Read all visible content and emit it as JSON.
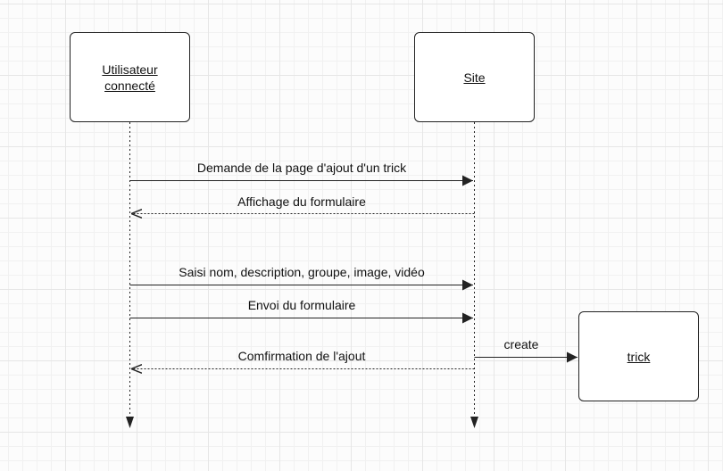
{
  "actors": {
    "user": "Utilisateur connecté",
    "site": "Site",
    "trick": "trick"
  },
  "messages": {
    "m1": "Demande de la page d'ajout d'un trick",
    "m2": "Affichage du formulaire",
    "m3": "Saisi nom, description, groupe, image, vidéo",
    "m4": "Envoi du formulaire",
    "m5": "create",
    "m6": "Comfirmation de l'ajout"
  },
  "colors": {
    "line": "#222222",
    "grid": "#e6e6e6"
  }
}
